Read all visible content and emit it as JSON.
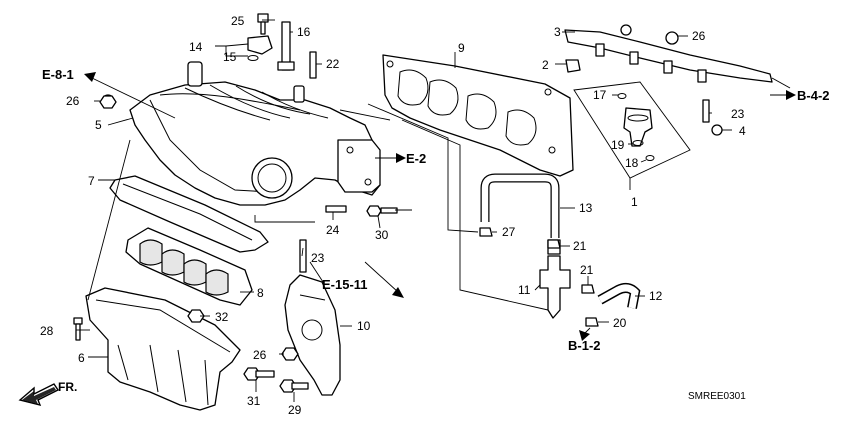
{
  "callouts": [
    {
      "id": "c1",
      "label": "1"
    },
    {
      "id": "c2",
      "label": "2"
    },
    {
      "id": "c3",
      "label": "3"
    },
    {
      "id": "c4",
      "label": "4"
    },
    {
      "id": "c5",
      "label": "5"
    },
    {
      "id": "c6",
      "label": "6"
    },
    {
      "id": "c7",
      "label": "7"
    },
    {
      "id": "c8",
      "label": "8"
    },
    {
      "id": "c9",
      "label": "9"
    },
    {
      "id": "c10",
      "label": "10"
    },
    {
      "id": "c11",
      "label": "11"
    },
    {
      "id": "c12",
      "label": "12"
    },
    {
      "id": "c13",
      "label": "13"
    },
    {
      "id": "c14",
      "label": "14"
    },
    {
      "id": "c15",
      "label": "15"
    },
    {
      "id": "c16",
      "label": "16"
    },
    {
      "id": "c17",
      "label": "17"
    },
    {
      "id": "c18",
      "label": "18"
    },
    {
      "id": "c19",
      "label": "19"
    },
    {
      "id": "c20",
      "label": "20"
    },
    {
      "id": "c21a",
      "label": "21"
    },
    {
      "id": "c21b",
      "label": "21"
    },
    {
      "id": "c22",
      "label": "22"
    },
    {
      "id": "c23a",
      "label": "23"
    },
    {
      "id": "c23b",
      "label": "23"
    },
    {
      "id": "c24",
      "label": "24"
    },
    {
      "id": "c25",
      "label": "25"
    },
    {
      "id": "c26a",
      "label": "26"
    },
    {
      "id": "c26b",
      "label": "26"
    },
    {
      "id": "c26c",
      "label": "26"
    },
    {
      "id": "c27",
      "label": "27"
    },
    {
      "id": "c28",
      "label": "28"
    },
    {
      "id": "c29",
      "label": "29"
    },
    {
      "id": "c30",
      "label": "30"
    },
    {
      "id": "c31",
      "label": "31"
    },
    {
      "id": "c32",
      "label": "32"
    }
  ],
  "refs": {
    "e81": "E-8-1",
    "e2": "E-2",
    "e1511": "E-15-11",
    "b42": "B-4-2",
    "b12": "B-1-2"
  },
  "front_label": "FR.",
  "diagram_code": "SMREE0301"
}
